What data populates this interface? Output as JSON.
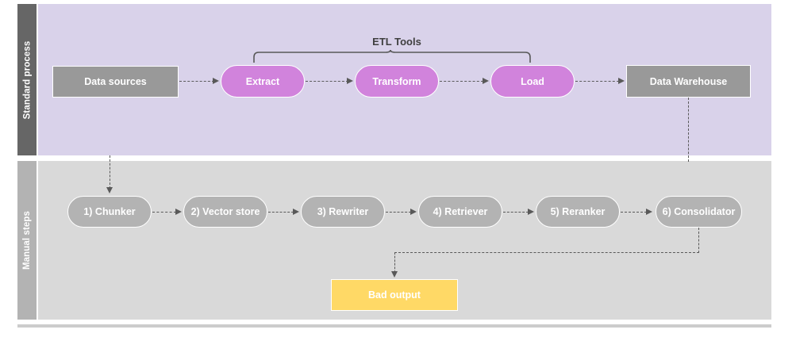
{
  "diagram": {
    "title": "ETL and manual RAG pipeline swimlane diagram",
    "colors": {
      "lane_top_bg": "#D9D2EA",
      "lane_bottom_bg": "#D9D9D9",
      "lane_top_header_bg": "#666666",
      "lane_bottom_header_bg": "#B3B3B3",
      "gray_box": "#999999",
      "magenta_pill": "#D183DC",
      "gray_pill": "#B3B3B3",
      "yellow_box": "#FFD966",
      "connector": "#595959",
      "text_light": "#FFFFFF",
      "text_dark": "#3F3F3F"
    }
  },
  "lanes": {
    "top": {
      "label": "Standard process"
    },
    "bottom": {
      "label": "Manual steps"
    }
  },
  "annotations": {
    "etl_tools": "ETL Tools"
  },
  "standard_process": {
    "nodes": [
      {
        "id": "data-sources",
        "label": "Data sources",
        "shape": "rect",
        "style": "gray-box"
      },
      {
        "id": "extract",
        "label": "Extract",
        "shape": "pill",
        "style": "magenta"
      },
      {
        "id": "transform",
        "label": "Transform",
        "shape": "pill",
        "style": "magenta"
      },
      {
        "id": "load",
        "label": "Load",
        "shape": "pill",
        "style": "magenta"
      },
      {
        "id": "data-warehouse",
        "label": "Data Warehouse",
        "shape": "rect",
        "style": "gray-box"
      }
    ]
  },
  "manual_steps": {
    "nodes": [
      {
        "id": "chunker",
        "label": "1) Chunker",
        "shape": "pill",
        "style": "gray-pill"
      },
      {
        "id": "vector-store",
        "label": "2) Vector store",
        "shape": "pill",
        "style": "gray-pill"
      },
      {
        "id": "rewriter",
        "label": "3) Rewriter",
        "shape": "pill",
        "style": "gray-pill"
      },
      {
        "id": "retriever",
        "label": "4) Retriever",
        "shape": "pill",
        "style": "gray-pill"
      },
      {
        "id": "reranker",
        "label": "5) Reranker",
        "shape": "pill",
        "style": "gray-pill"
      },
      {
        "id": "consolidator",
        "label": "6) Consolidator",
        "shape": "pill",
        "style": "gray-pill"
      }
    ],
    "output": {
      "id": "bad-output",
      "label": "Bad output",
      "shape": "rect",
      "style": "yellow"
    }
  }
}
